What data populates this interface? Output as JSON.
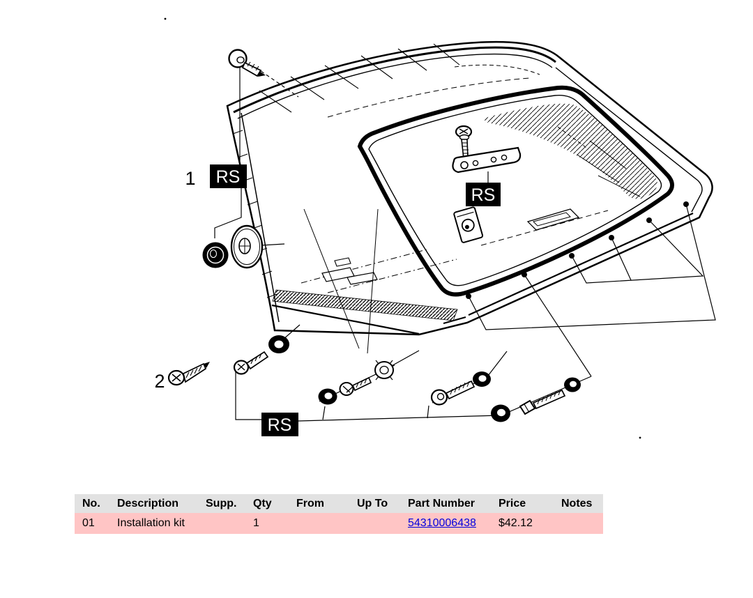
{
  "diagram": {
    "callouts": [
      {
        "label": "1"
      },
      {
        "label": "2"
      }
    ],
    "rs_badges": [
      {
        "label": "RS"
      },
      {
        "label": "RS"
      },
      {
        "label": "RS"
      }
    ],
    "colors": {
      "ink": "#000000",
      "badge_bg": "#000000",
      "badge_text": "#ffffff"
    }
  },
  "table": {
    "columns": [
      "No.",
      "Description",
      "Supp.",
      "Qty",
      "From",
      "Up To",
      "Part Number",
      "Price",
      "Notes"
    ],
    "rows": [
      {
        "no": "01",
        "description": "Installation kit",
        "supp": "",
        "qty": "1",
        "from": "",
        "up_to": "",
        "part_number": "54310006438",
        "price": "$42.12",
        "notes": ""
      }
    ],
    "colors": {
      "header_bg": "#e2e2e2",
      "row_bg": "#ffc5c5",
      "link": "#0000dd"
    }
  }
}
